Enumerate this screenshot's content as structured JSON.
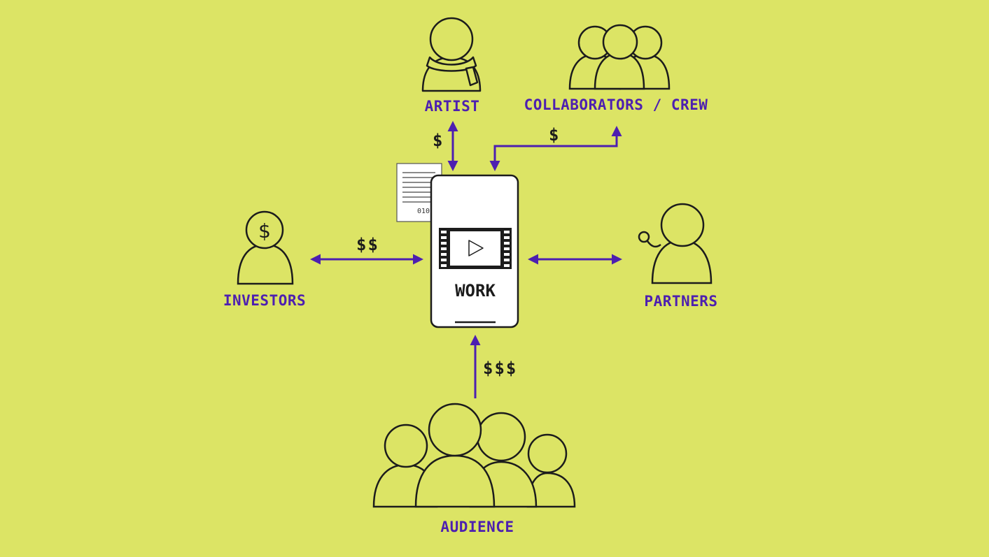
{
  "nodes": {
    "artist": "ARTIST",
    "collaborators": "COLLABORATORS / CREW",
    "investors": "INVESTORS",
    "partners": "PARTNERS",
    "audience": "AUDIENCE",
    "work": "WORK"
  },
  "flows": {
    "artist": "$",
    "collaborators": "$",
    "investors": "$$",
    "audience": "$$$"
  },
  "document": {
    "code": "010"
  },
  "colors": {
    "background": "#dce465",
    "arrow": "#4d1fb0",
    "label": "#4d1fb0",
    "outline": "#1c1c1c",
    "card": "#ffffff"
  }
}
